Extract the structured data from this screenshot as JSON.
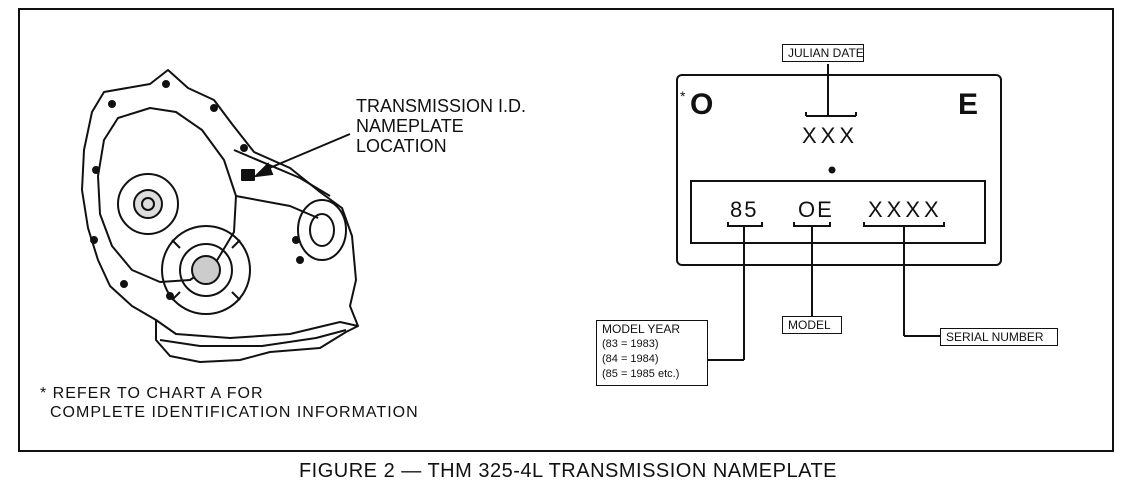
{
  "figure": {
    "caption": "FIGURE 2 — THM 325-4L TRANSMISSION NAMEPLATE",
    "callout": [
      "TRANSMISSION I.D.",
      "NAMEPLATE",
      "LOCATION"
    ],
    "note": [
      "* REFER TO CHART A FOR",
      "COMPLETE IDENTIFICATION INFORMATION"
    ]
  },
  "nameplate": {
    "left_letter_mark": "*",
    "left_letter": "O",
    "right_letter": "E",
    "julian_code": "XXX",
    "year_code": "85",
    "model_code": "OE",
    "serial_code": "XXXX"
  },
  "labels": {
    "julian_date": "JULIAN DATE",
    "model": "MODEL",
    "serial_number": "SERIAL NUMBER",
    "model_year": {
      "title": "MODEL YEAR",
      "lines": [
        "(83  =  1983)",
        "(84  =  1984)",
        "(85  =  1985 etc.)"
      ]
    }
  }
}
